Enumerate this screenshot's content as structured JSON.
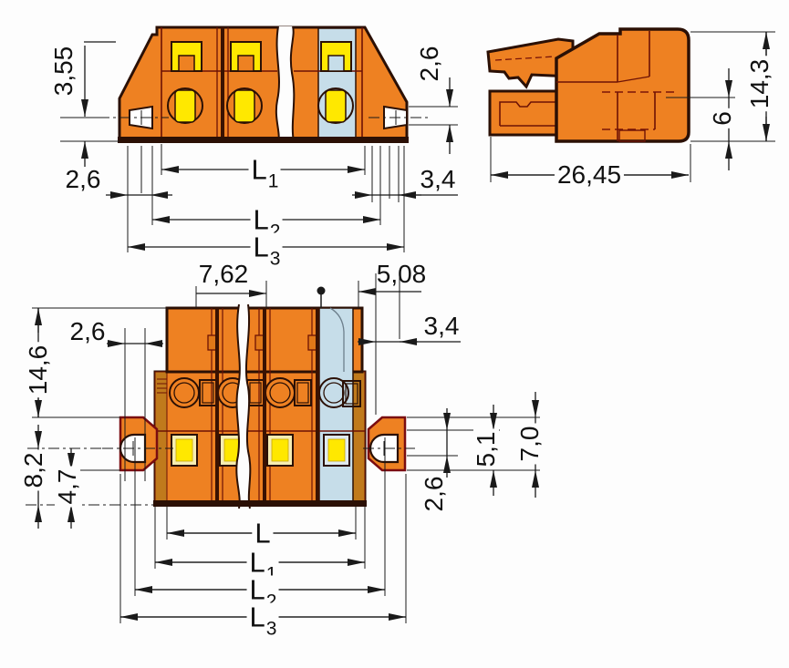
{
  "drawing_type": "connector-dimension-drawing",
  "colors": {
    "body_orange": "#ee8122",
    "shade_orange": "#c07a1c",
    "highlight_yellow": "#ffe800",
    "coded_blue": "#c6dde9",
    "outline_dark": "#2b1005",
    "dimension_black": "#1a1a1a",
    "background": "#fdfdfd"
  },
  "side_view": {
    "dim_3_55": "3,55",
    "dim_2_6_left": "2,6",
    "dim_2_6_right": "2,6",
    "dim_3_4": "3,4",
    "l1": "L",
    "l1_sub": "1",
    "l2": "L",
    "l2_sub": "2",
    "l3": "L",
    "l3_sub": "3"
  },
  "profile_view": {
    "dim_26_45": "26,45",
    "dim_14_3": "14,3",
    "dim_6": "6"
  },
  "front_view": {
    "dim_7_62": "7,62",
    "dim_5_08": "5,08",
    "dim_2_6_left": "2,6",
    "dim_14_6": "14,6",
    "dim_8_2": "8,2",
    "dim_4_7": "4,7",
    "dim_3_4": "3,4",
    "dim_2_6_hole": "2,6",
    "dim_5_1": "5,1",
    "dim_7_0": "7,0",
    "l": "L",
    "l1": "L",
    "l1_sub": "1",
    "l2": "L",
    "l2_sub": "2",
    "l3": "L",
    "l3_sub": "3"
  }
}
